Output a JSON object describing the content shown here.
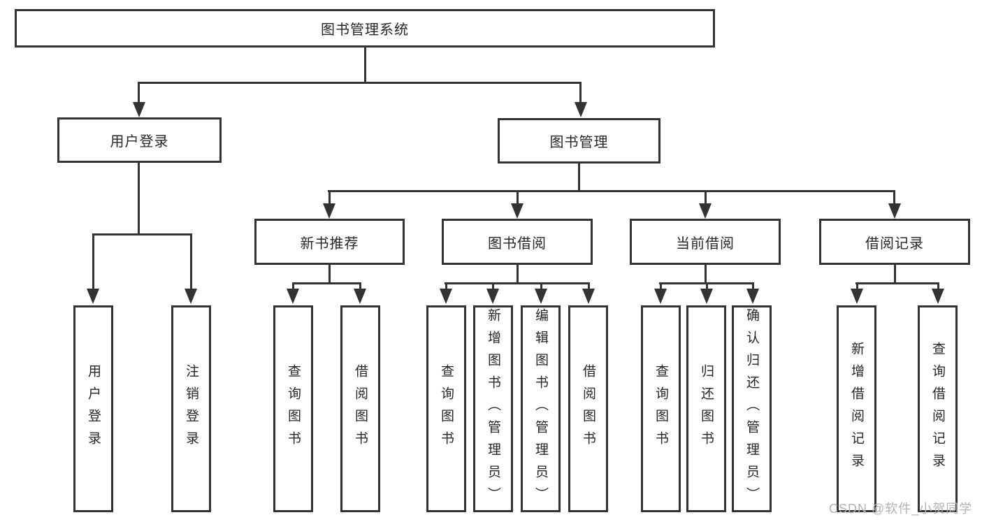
{
  "diagram": {
    "title": "图书管理系统",
    "branches": {
      "user_login": "用户登录",
      "book_mgmt": "图书管理"
    },
    "modules": {
      "new_book": "新书推荐",
      "book_borrow": "图书借阅",
      "current_borrow": "当前借阅",
      "borrow_record": "借阅记录"
    },
    "leaves": {
      "user_login": [
        "用户登录",
        "注销登录"
      ],
      "new_book": [
        "查询图书",
        "借阅图书"
      ],
      "book_borrow": [
        "查询图书",
        "新增图书（管理员）",
        "编辑图书（管理员）",
        "借阅图书"
      ],
      "current_borrow": [
        "查询图书",
        "归还图书",
        "确认归还（管理员）"
      ],
      "borrow_record": [
        "新增借阅记录",
        "查询借阅记录"
      ]
    }
  },
  "watermark": "CSDN @软件_小贺同学",
  "colors": {
    "line": "#333333",
    "text": "#262626",
    "watermark": "#b3b3b3",
    "background": "#ffffff"
  }
}
